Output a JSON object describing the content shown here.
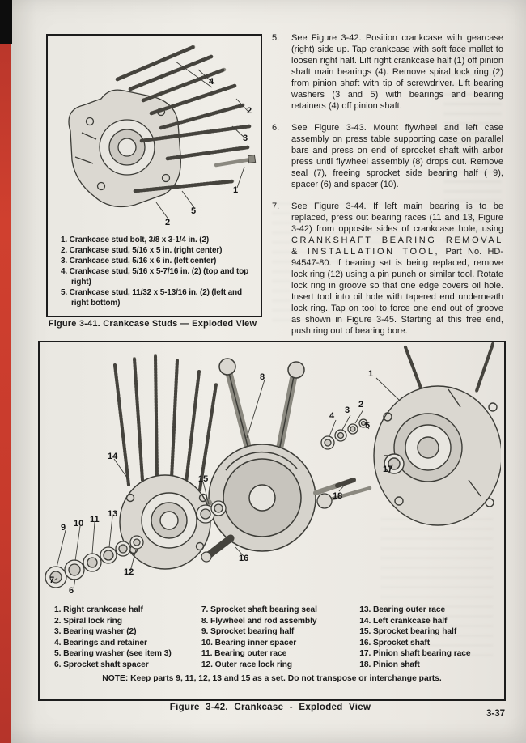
{
  "page_number": "3-37",
  "figure41": {
    "parts": [
      "1. Crankcase stud bolt, 3/8 x 3-1/4 in. (2)",
      "2. Crankcase stud, 5/16 x 5 in. (right center)",
      "3. Crankcase stud, 5/16 x 6 in. (left center)",
      "4. Crankcase stud, 5/16 x 5-7/16 in. (2) (top and top right)",
      "5. Crankcase stud, 11/32 x 5-13/16 in. (2) (left and right bottom)"
    ],
    "caption": "Figure 3-41. Crankcase Studs — Exploded View",
    "callouts": [
      "4",
      "2",
      "3",
      "1",
      "5",
      "2"
    ]
  },
  "steps": [
    {
      "num": "5.",
      "text": "See Figure 3-42. Position crankcase with gearcase (right) side up. Tap crankcase with soft face mallet to loosen right half. Lift right crankcase half (1) off pinion shaft main bearings (4). Remove spiral lock ring (2) from pinion shaft with tip of screwdriver. Lift bearing washers (3 and 5) with bearings and bearing retainers (4) off pinion shaft."
    },
    {
      "num": "6.",
      "text": "See Figure 3-43. Mount flywheel and left case assembly on press table supporting case on parallel bars and press on end of sprocket shaft with arbor press until flywheel assembly (8) drops out. Remove seal (7), freeing sprocket side bearing half ( 9), spacer (6) and spacer (10)."
    },
    {
      "num": "7.",
      "t1": "See Figure 3-44. If left main bearing is to be replaced, press out bearing races (11 and 13, Figure 3-42) from opposite sides of crankcase hole, using ",
      "tool": "CRANKSHAFT BEARING REMOVAL & INSTALLATION TOOL,",
      "t2": " Part No. HD-94547-80. If bearing set is being replaced, remove lock ring (12) using a pin punch or similar tool. Rotate lock ring in groove so that one edge covers oil hole. Insert tool into oil hole with tapered end underneath lock ring. Tap on tool to force one end out of groove as shown in Figure 3-45. Starting at this free end, push ring out of bearing bore."
    }
  ],
  "figure42": {
    "legend": {
      "col1": [
        "1. Right crankcase half",
        "2. Spiral lock ring",
        "3. Bearing washer (2)",
        "4. Bearings and retainer",
        "5. Bearing washer (see item 3)",
        "6. Sprocket shaft spacer"
      ],
      "col2": [
        "7. Sprocket shaft bearing seal",
        "8. Flywheel and rod assembly",
        "9. Sprocket bearing half",
        "10. Bearing inner spacer",
        "11. Bearing outer race",
        "12. Outer race lock ring"
      ],
      "col3": [
        "13. Bearing outer race",
        "14. Left crankcase half",
        "15. Sprocket bearing half",
        "16. Sprocket shaft",
        "17. Pinion shaft bearing race",
        "18. Pinion shaft"
      ]
    },
    "note": "NOTE: Keep parts 9, 11, 12, 13 and 15 as a set. Do not transpose or interchange parts.",
    "caption": "Figure 3-42. Crankcase - Exploded View",
    "callouts": [
      "8",
      "1",
      "4",
      "3",
      "2",
      "5",
      "14",
      "15",
      "17",
      "18",
      "13",
      "11",
      "10",
      "9",
      "16",
      "12",
      "7",
      "6"
    ]
  }
}
